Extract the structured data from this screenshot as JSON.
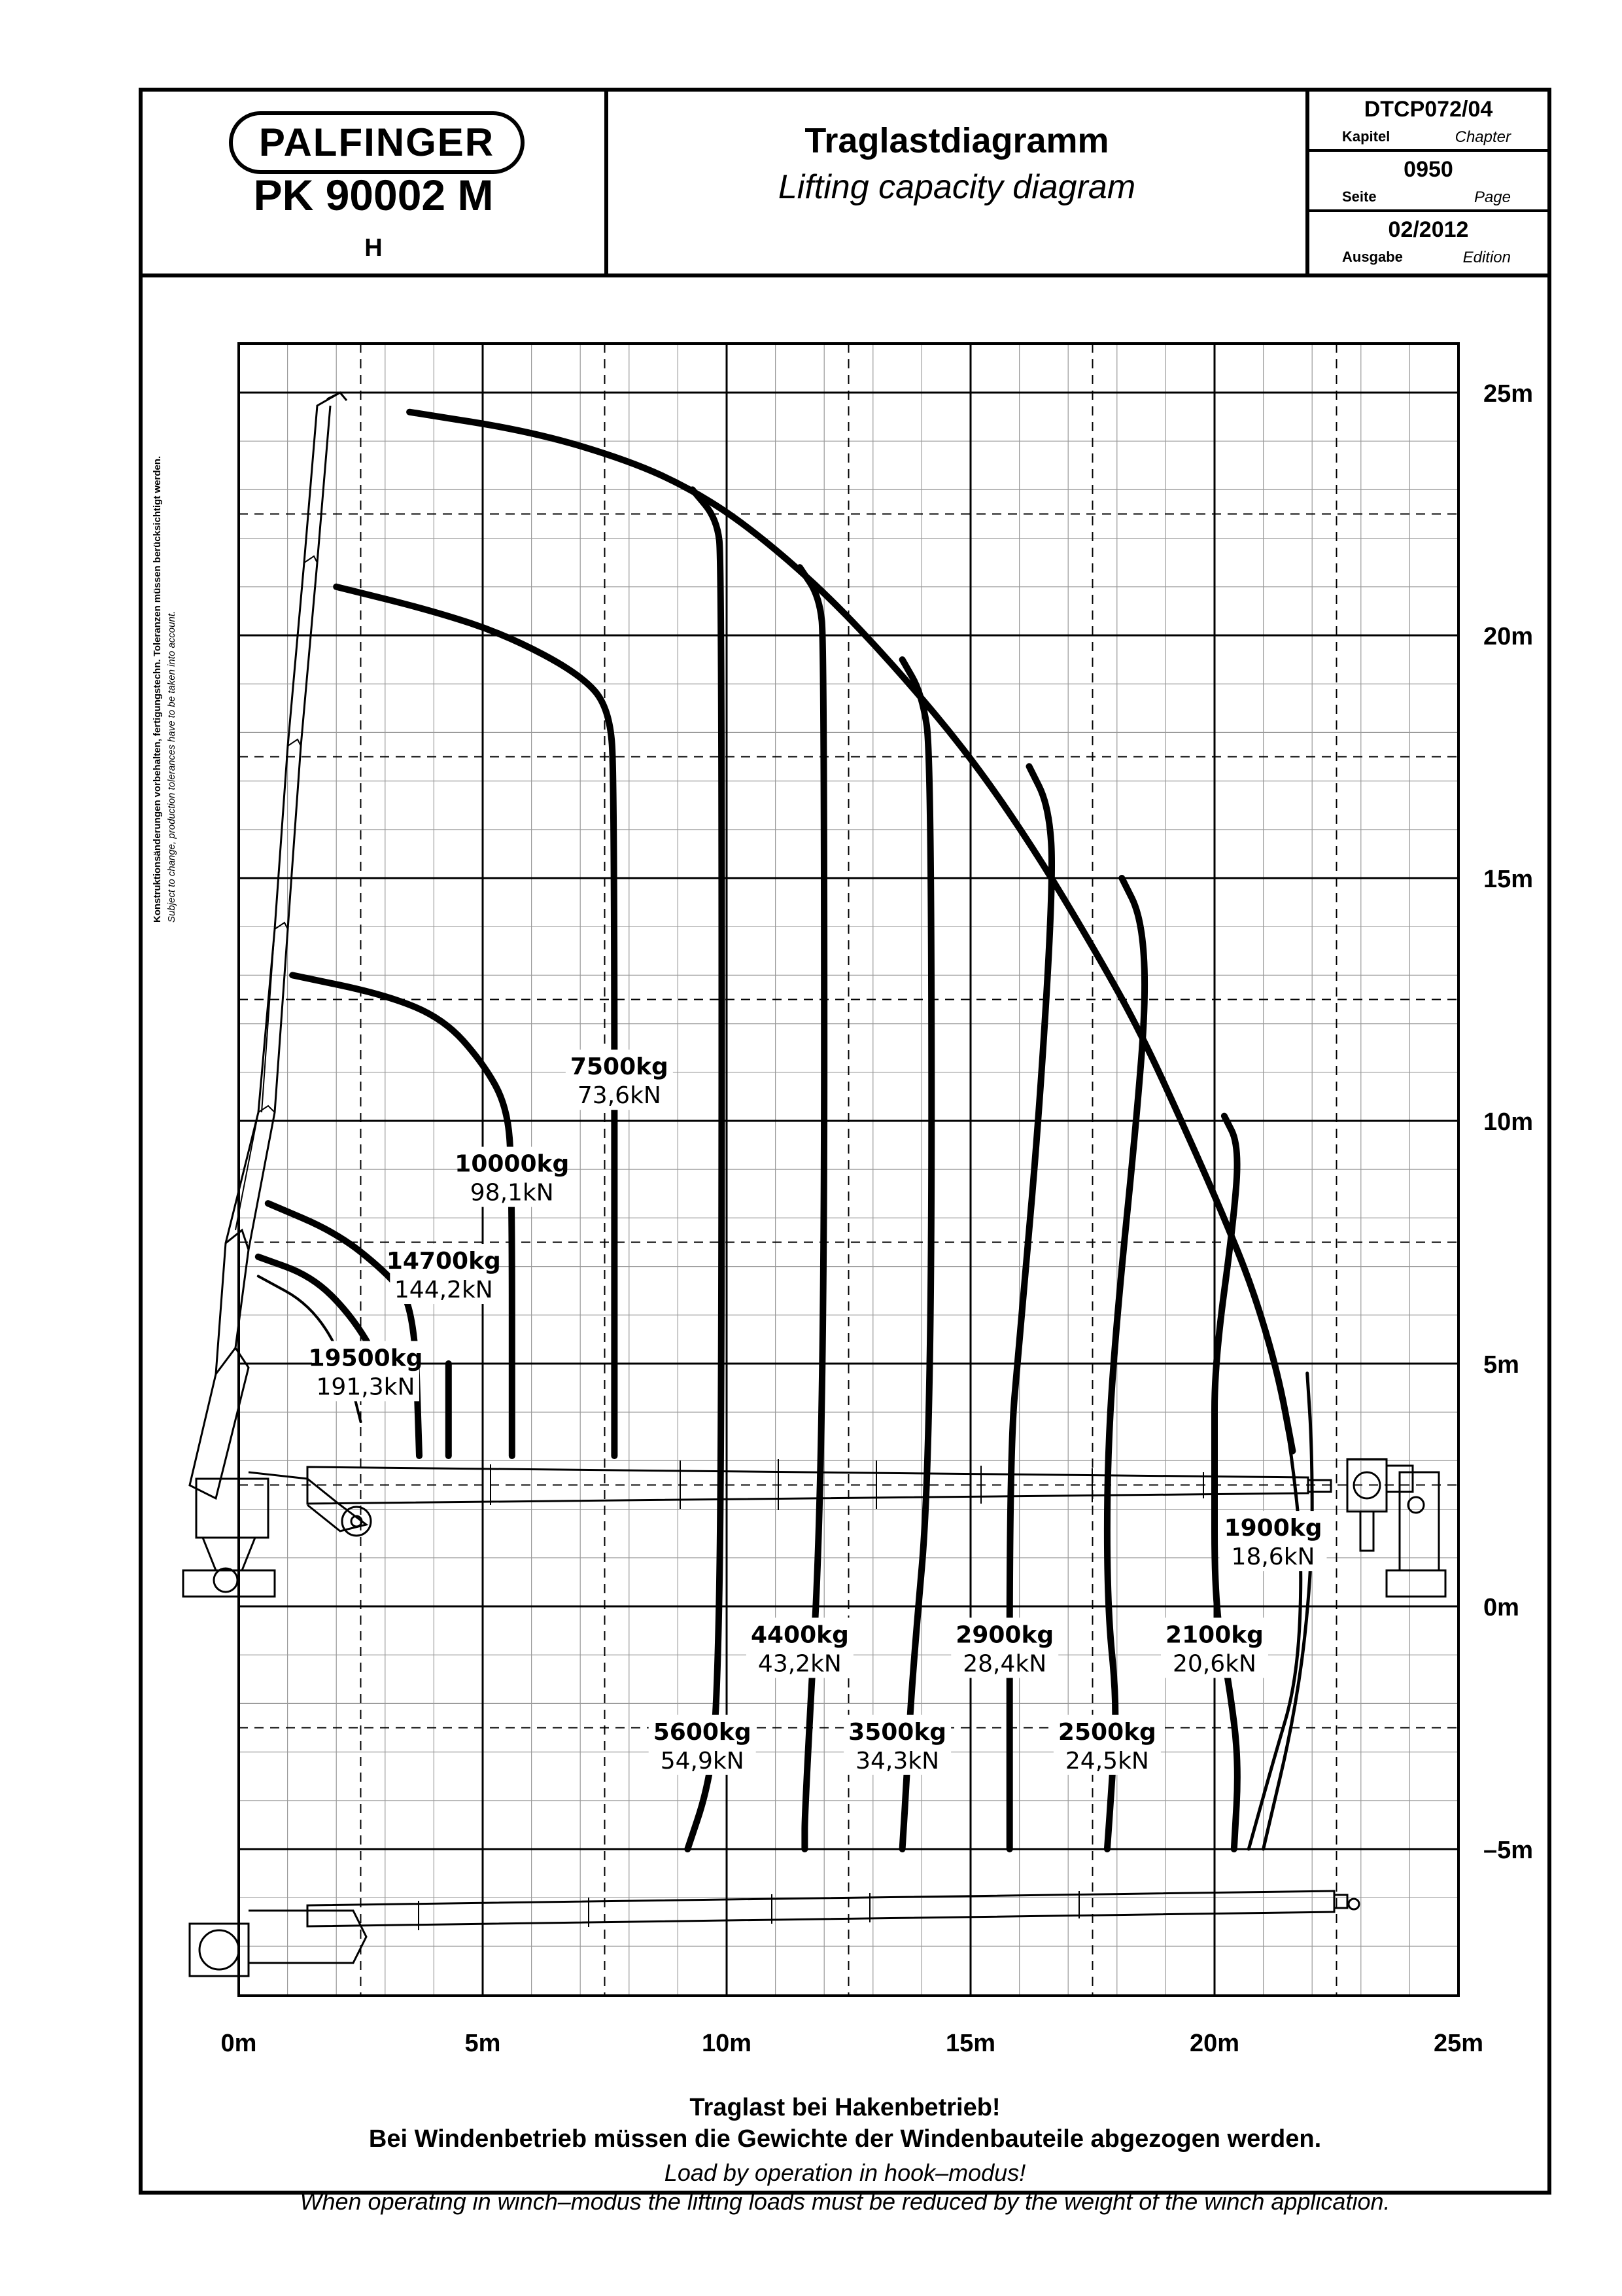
{
  "header": {
    "brand": "PALFINGER",
    "model": "PK 90002 M",
    "variant": "H",
    "title_de": "Traglastdiagramm",
    "title_en": "Lifting capacity diagram",
    "chapter_value": "DTCP072/04",
    "chapter_de": "Kapitel",
    "chapter_en": "Chapter",
    "page_value": "0950",
    "page_de": "Seite",
    "page_en": "Page",
    "edition_value": "02/2012",
    "edition_de": "Ausgabe",
    "edition_en": "Edition"
  },
  "side_note": {
    "de": "Konstruktionsänderungen vorbehalten, fertigungstechn. Toleranzen müssen berücksichtigt werden.",
    "en": "Subject to change, production tolerances have to be taken into account."
  },
  "axes": {
    "x_ticks": [
      "0m",
      "5m",
      "10m",
      "15m",
      "20m",
      "25m"
    ],
    "y_ticks": [
      "25m",
      "20m",
      "15m",
      "10m",
      "5m",
      "0m",
      "–5m"
    ]
  },
  "load_labels": [
    {
      "kg": "7500kg",
      "kn": "73,6kN"
    },
    {
      "kg": "10000kg",
      "kn": "98,1kN"
    },
    {
      "kg": "14700kg",
      "kn": "144,2kN"
    },
    {
      "kg": "19500kg",
      "kn": "191,3kN"
    },
    {
      "kg": "5600kg",
      "kn": "54,9kN"
    },
    {
      "kg": "4400kg",
      "kn": "43,2kN"
    },
    {
      "kg": "3500kg",
      "kn": "34,3kN"
    },
    {
      "kg": "2900kg",
      "kn": "28,4kN"
    },
    {
      "kg": "2500kg",
      "kn": "24,5kN"
    },
    {
      "kg": "2100kg",
      "kn": "20,6kN"
    },
    {
      "kg": "1900kg",
      "kn": "18,6kN"
    }
  ],
  "footer": {
    "line1": "Traglast bei Hakenbetrieb!",
    "line2": "Bei Windenbetrieb müssen die Gewichte der Windenbauteile abgezogen werden.",
    "line3": "Load by operation in hook–modus!",
    "line4": "When operating in winch–modus the lifting loads must be reduced by the weight of the winch application."
  },
  "colors": {
    "ink": "#000000",
    "grid": "#888888"
  }
}
